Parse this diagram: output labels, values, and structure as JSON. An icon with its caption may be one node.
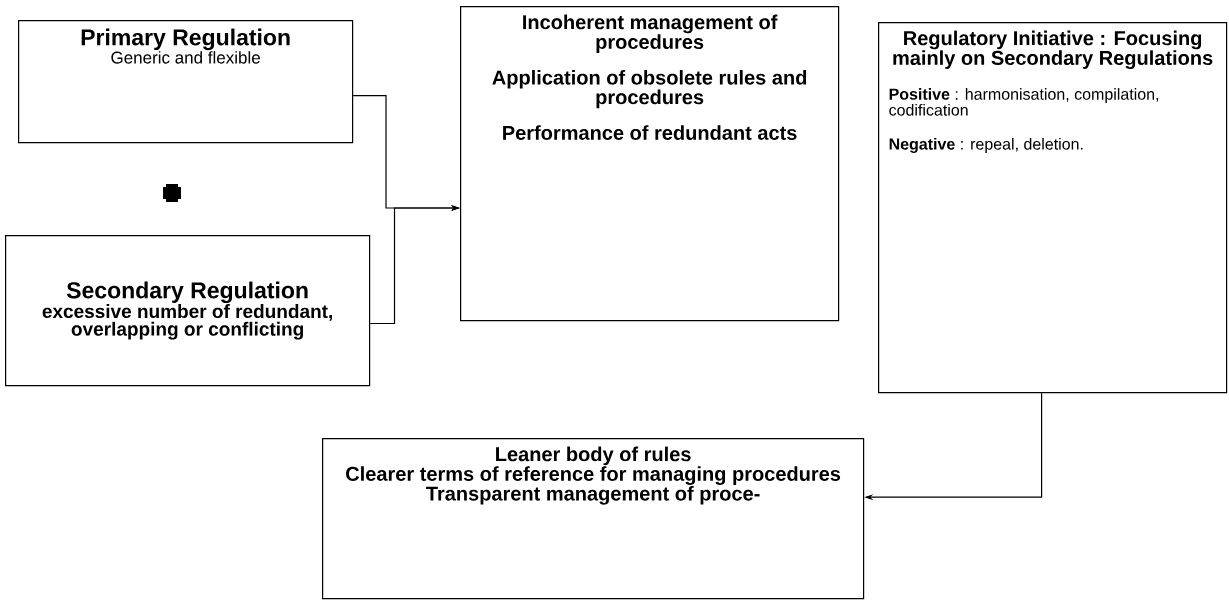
{
  "diagram": {
    "nodes": [
      {
        "text": [
          "Primary Regulation",
          "Generic and flexible"
        ]
      },
      {
        "text": [
          "Secondary Regulation",
          "excessive number of redundant, overlapping or conflicting"
        ]
      },
      {
        "text": [
          "Incoherent management of procedures",
          "Application of obsolete rules and procedures",
          "Performance of redundant acts"
        ]
      },
      {
        "text": [
          "Regulatory Initiative : Focusing mainly on Secondary Regulations",
          "**Positive** : harmonisation, compilation, codification",
          "**Negative** : repeal, deletion."
        ]
      },
      {
        "text": [
          "Leaner body of rules",
          "Clearer terms of reference for managing procedures",
          "Transparent management of proce-"
        ]
      }
    ],
    "edges": [
      {
        "from": 0,
        "to": 2,
        "arrow": "to"
      },
      {
        "from": 1,
        "to": 2,
        "arrow": "to"
      },
      {
        "from": 3,
        "to": 4,
        "arrow": "to"
      }
    ]
  }
}
